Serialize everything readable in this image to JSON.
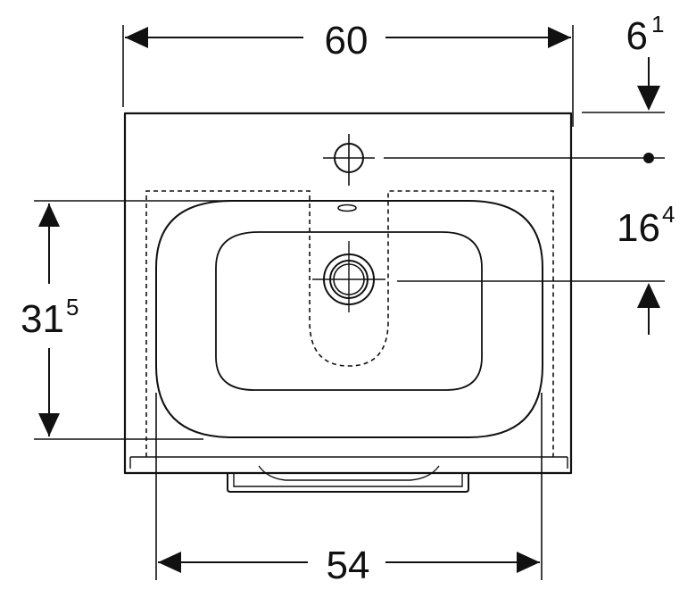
{
  "dimensions": {
    "overall_width": {
      "value": "60"
    },
    "basin_width": {
      "value": "54"
    },
    "top_offset": {
      "main": "6",
      "superscript": "1"
    },
    "tap_to_drain": {
      "main": "16",
      "superscript": "4"
    },
    "basin_depth": {
      "main": "31",
      "superscript": "5"
    }
  },
  "colors": {
    "line": "#111111",
    "background": "#ffffff"
  }
}
